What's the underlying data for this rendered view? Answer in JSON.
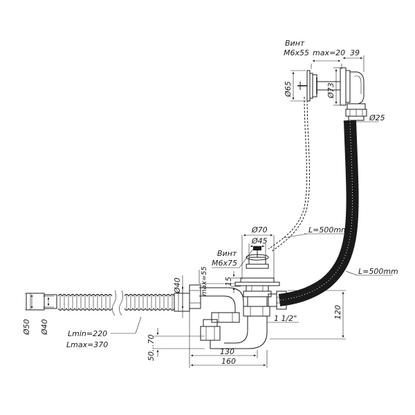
{
  "labels": {
    "screw_top_word": "Винт",
    "screw_top_size": "M6x55",
    "max_20": "max=20",
    "dim_39": "39",
    "dia_65": "Ø65",
    "dia_73": "Ø73",
    "dia_25": "Ø25",
    "cable_length": "L=500mm",
    "hose_length": "L=500mm",
    "dia_70": "Ø70",
    "dia_45": "Ø45",
    "screw_mid_word": "Винт",
    "screw_mid_size": "M6x75",
    "max_55": "max=55",
    "dia_40_mid": "Ø40",
    "dim_15": "15",
    "dim_120": "120",
    "thread": "1 1/2\"",
    "dia_50": "Ø50",
    "dia_40_left": "Ø40",
    "lmin": "Lmin=220",
    "lmax": "Lmax=370",
    "range_50_70": "50...70",
    "dim_130": "130",
    "dim_160": "160"
  },
  "colors": {
    "line": "#1a1a1a",
    "background": "#ffffff"
  }
}
